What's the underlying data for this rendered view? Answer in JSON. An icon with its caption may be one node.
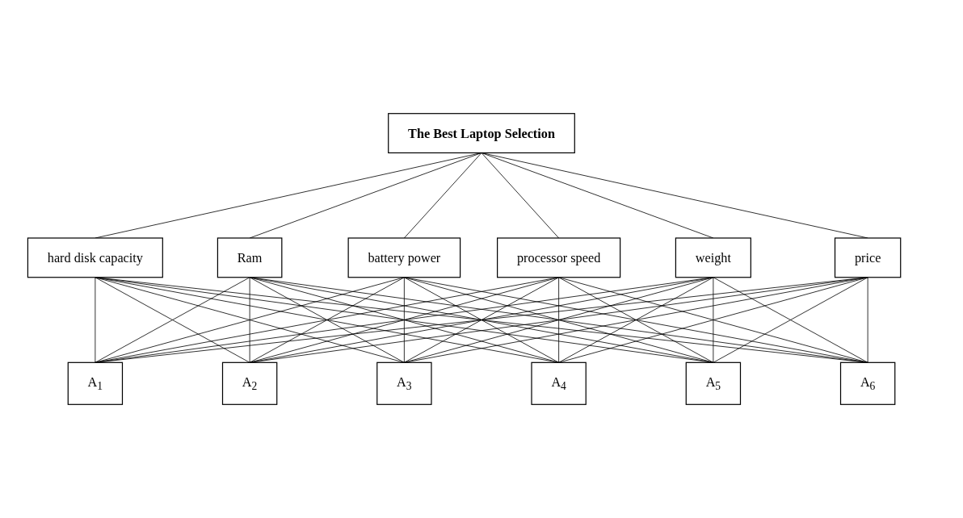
{
  "diagram": {
    "nodes": [
      {
        "text": [
          "The Best Laptop Selection"
        ]
      },
      {
        "text": [
          "hard disk capacity"
        ]
      },
      {
        "text": [
          "Ram"
        ]
      },
      {
        "text": [
          "battery power"
        ]
      },
      {
        "text": [
          "processor speed"
        ]
      },
      {
        "text": [
          "weight"
        ]
      },
      {
        "text": [
          "price"
        ]
      },
      {
        "text": [
          "A$_{1}$"
        ]
      },
      {
        "text": [
          "A$_{2}$"
        ]
      },
      {
        "text": [
          "A$_{3}$"
        ]
      },
      {
        "text": [
          "A$_{4}$"
        ]
      },
      {
        "text": [
          "A$_{5}$"
        ]
      },
      {
        "text": [
          "A$_{6}$"
        ]
      }
    ],
    "edges": [
      {
        "from": 0,
        "to": 1,
        "arrow": "none"
      },
      {
        "from": 0,
        "to": 2,
        "arrow": "none"
      },
      {
        "from": 0,
        "to": 3,
        "arrow": "none"
      },
      {
        "from": 0,
        "to": 4,
        "arrow": "none"
      },
      {
        "from": 0,
        "to": 5,
        "arrow": "none"
      },
      {
        "from": 0,
        "to": 6,
        "arrow": "none"
      },
      {
        "from": 1,
        "to": 7,
        "arrow": "none"
      },
      {
        "from": 1,
        "to": 8,
        "arrow": "none"
      },
      {
        "from": 1,
        "to": 9,
        "arrow": "none"
      },
      {
        "from": 1,
        "to": 10,
        "arrow": "none"
      },
      {
        "from": 1,
        "to": 11,
        "arrow": "none"
      },
      {
        "from": 1,
        "to": 12,
        "arrow": "none"
      },
      {
        "from": 2,
        "to": 7,
        "arrow": "none"
      },
      {
        "from": 2,
        "to": 8,
        "arrow": "none"
      },
      {
        "from": 2,
        "to": 9,
        "arrow": "none"
      },
      {
        "from": 2,
        "to": 10,
        "arrow": "none"
      },
      {
        "from": 2,
        "to": 11,
        "arrow": "none"
      },
      {
        "from": 2,
        "to": 12,
        "arrow": "none"
      },
      {
        "from": 3,
        "to": 7,
        "arrow": "none"
      },
      {
        "from": 3,
        "to": 8,
        "arrow": "none"
      },
      {
        "from": 3,
        "to": 9,
        "arrow": "none"
      },
      {
        "from": 3,
        "to": 10,
        "arrow": "none"
      },
      {
        "from": 3,
        "to": 11,
        "arrow": "none"
      },
      {
        "from": 3,
        "to": 12,
        "arrow": "none"
      },
      {
        "from": 4,
        "to": 7,
        "arrow": "none"
      },
      {
        "from": 4,
        "to": 8,
        "arrow": "none"
      },
      {
        "from": 4,
        "to": 9,
        "arrow": "none"
      },
      {
        "from": 4,
        "to": 10,
        "arrow": "none"
      },
      {
        "from": 4,
        "to": 11,
        "arrow": "none"
      },
      {
        "from": 4,
        "to": 12,
        "arrow": "none"
      },
      {
        "from": 5,
        "to": 7,
        "arrow": "none"
      },
      {
        "from": 5,
        "to": 8,
        "arrow": "none"
      },
      {
        "from": 5,
        "to": 9,
        "arrow": "none"
      },
      {
        "from": 5,
        "to": 10,
        "arrow": "none"
      },
      {
        "from": 5,
        "to": 11,
        "arrow": "none"
      },
      {
        "from": 5,
        "to": 12,
        "arrow": "none"
      },
      {
        "from": 6,
        "to": 7,
        "arrow": "none"
      },
      {
        "from": 6,
        "to": 8,
        "arrow": "none"
      },
      {
        "from": 6,
        "to": 9,
        "arrow": "none"
      },
      {
        "from": 6,
        "to": 10,
        "arrow": "none"
      },
      {
        "from": 6,
        "to": 11,
        "arrow": "none"
      },
      {
        "from": 6,
        "to": 12,
        "arrow": "none"
      }
    ]
  }
}
